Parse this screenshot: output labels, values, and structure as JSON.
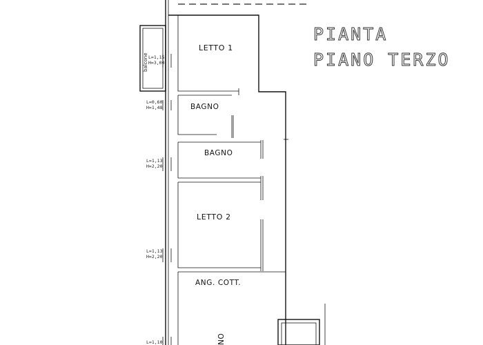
{
  "title": {
    "line1": "PIANTA",
    "line2": "PIANO TERZO"
  },
  "rooms": {
    "letto1": "LETTO 1",
    "bagno1": "BAGNO",
    "bagno2": "BAGNO",
    "letto2": "LETTO 2",
    "angolo_cottura": "ANG. COTT.",
    "soggiorno_partial": "NO"
  },
  "balcony": {
    "label": "balcone"
  },
  "windows": [
    {
      "l": "L=1,15",
      "h": "H=3,00"
    },
    {
      "l": "L=0,60",
      "h": "H=1,48"
    },
    {
      "l": "L=1,13",
      "h": "H=2,20"
    },
    {
      "l": "L=1,13",
      "h": "H=2,20"
    },
    {
      "l": "L=1,10",
      "h": ""
    }
  ]
}
